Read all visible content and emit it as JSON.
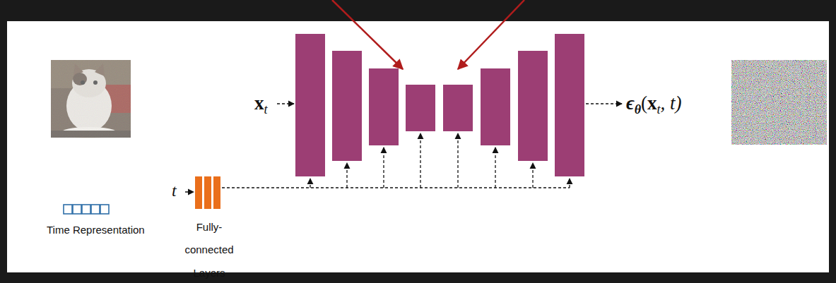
{
  "diagram": {
    "labels": [
      "x",
      "t",
      "ϵ",
      "θ",
      "(",
      "x",
      "t",
      ", t)",
      "t",
      "Time Representation",
      "Fully-connected Layers"
    ]
  }
}
